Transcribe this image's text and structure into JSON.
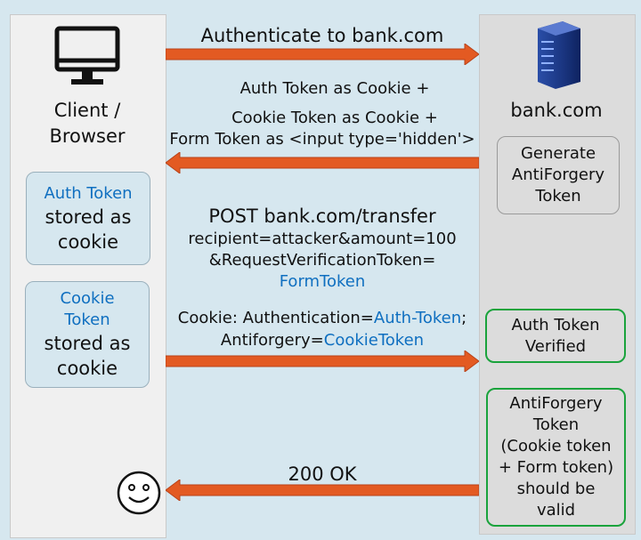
{
  "colors": {
    "background": "#d6e7ef",
    "arrow": "#e35a22",
    "blue_text": "#0f6fc0",
    "green_border": "#1aa33c",
    "server": "#1f3f8f"
  },
  "client": {
    "icon": "monitor-icon",
    "label_line1": "Client /",
    "label_line2": "Browser",
    "box1": {
      "title": "Auth Token",
      "line2": "stored as",
      "line3": "cookie"
    },
    "box2": {
      "title1": "Cookie",
      "title2": "Token",
      "line3": "stored as",
      "line4": "cookie"
    },
    "smiley_icon": "smiley-face-icon"
  },
  "bank": {
    "icon": "server-icon",
    "label": "bank.com",
    "generate": {
      "line1": "Generate",
      "line2": "AntiForgery",
      "line3": "Token"
    },
    "auth_verified": {
      "line1": "Auth Token",
      "line2": "Verified"
    },
    "antiforgery_valid": {
      "line1": "AntiForgery",
      "line2": "Token",
      "line3": "(Cookie token",
      "line4": "+ Form token)",
      "line5": "should be",
      "line6": "valid"
    }
  },
  "messages": {
    "authenticate": "Authenticate to bank.com",
    "response_line1": "Auth Token as Cookie +",
    "response_line2": "Cookie Token as Cookie +",
    "response_line3": "Form Token as <input type='hidden'>",
    "post_line1": "POST  bank.com/transfer",
    "post_line2": "recipient=attacker&amount=100",
    "post_line3": "&RequestVerificationToken=",
    "post_line4": "FormToken",
    "cookie_prefix": "Cookie: Authentication=",
    "cookie_auth": "Auth-Token",
    "cookie_semicolon": ";",
    "anti_prefix": "Antiforgery=",
    "anti_value": "CookieToken",
    "ok": "200 OK"
  }
}
